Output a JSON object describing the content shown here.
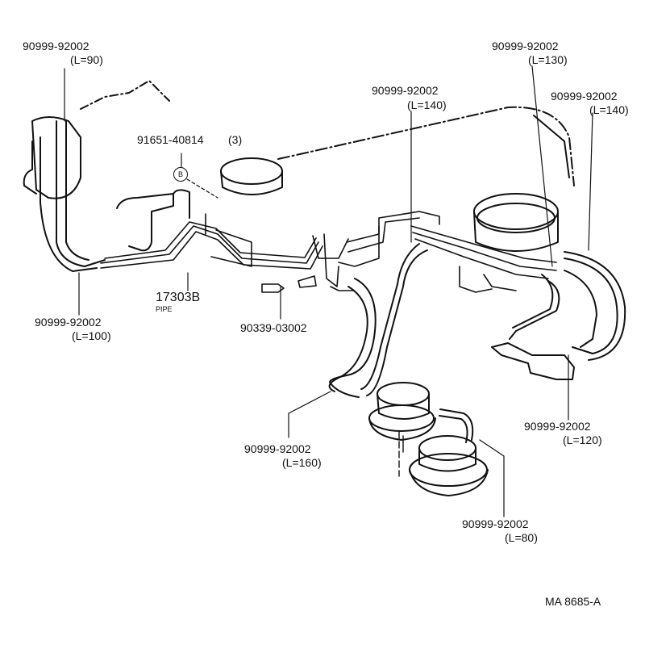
{
  "callouts": [
    {
      "part": "90999-92002",
      "length": "(L=90)"
    },
    {
      "part": "91651-40814",
      "qty": "(3)",
      "marker": "B"
    },
    {
      "part": "90999-92002",
      "length": "(L=140)"
    },
    {
      "part": "90999-92002",
      "length": "(L=130)"
    },
    {
      "part": "90999-92002",
      "length": "(L=140)"
    },
    {
      "part": "17303B",
      "desc": "PIPE"
    },
    {
      "part": "90339-03002"
    },
    {
      "part": "90999-92002",
      "length": "(L=100)"
    },
    {
      "part": "90999-92002",
      "length": "(L=120)"
    },
    {
      "part": "90999-92002",
      "length": "(L=160)"
    },
    {
      "part": "90999-92002",
      "length": "(L=80)"
    }
  ],
  "figure_id": "MA 8685-A"
}
